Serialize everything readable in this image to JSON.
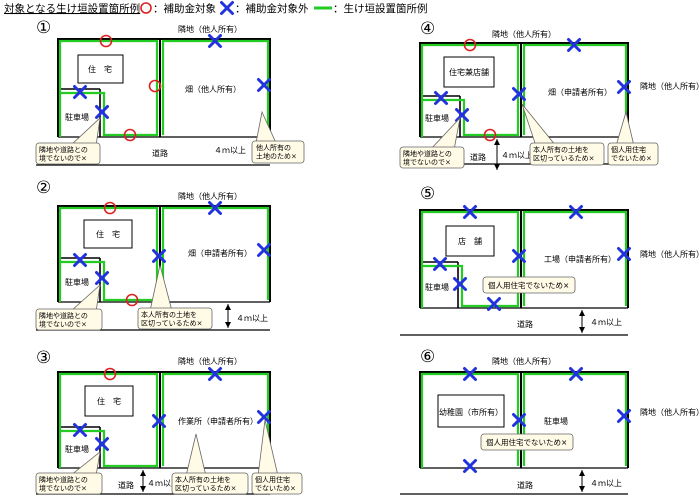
{
  "title": "対象となる生け垣設置箇所例",
  "legend": {
    "circle_label": "：補助金対象",
    "x_label": "：補助金対象外",
    "line_label": "：生け垣設置箇所例"
  },
  "colors": {
    "hedge": "#22cc22",
    "circle": "#dd2222",
    "cross": "#2233dd",
    "note_bg": "#fffbe6",
    "wall": "#000000"
  },
  "panels": [
    {
      "number": "①",
      "top_label": "隣地（他人所有）",
      "building_label": "住　宅",
      "parking_label": "駐車場",
      "field_label": "畑（他人所有）",
      "right_label": "",
      "road_label": "道路",
      "distance_label": "４ｍ以上",
      "notes": [
        "隣地や道路との\n境でないので×",
        "他人所有の\n土地のため×"
      ]
    },
    {
      "number": "②",
      "top_label": "隣地（他人所有）",
      "building_label": "住　宅",
      "parking_label": "駐車場",
      "field_label": "畑（申請者所有）",
      "right_label": "",
      "road_label": "",
      "distance_label": "４ｍ以上",
      "notes": [
        "隣地や道路との\n境でないので×",
        "本人所有の土地を\n区切っているため×"
      ]
    },
    {
      "number": "③",
      "top_label": "隣地（他人所有）",
      "building_label": "住　宅",
      "parking_label": "駐車場",
      "field_label": "作業所（申請者所有）",
      "right_label": "",
      "road_label": "道路",
      "distance_label": "４ｍ以上",
      "notes": [
        "隣地や道路との\n境でないので×",
        "本人所有の土地を\n区切っているため×",
        "個人用住宅\nでないため×"
      ]
    },
    {
      "number": "④",
      "top_label": "隣地（他人所有）",
      "building_label": "住宅兼店舗",
      "parking_label": "駐車場",
      "field_label": "畑（申請者所有）",
      "right_label": "隣地（他人所有）",
      "road_label": "道路",
      "distance_label": "４ｍ以上",
      "notes": [
        "隣地や道路との\n境でないので×",
        "本人所有の土地を\n区切っているため×",
        "個人用住宅\nでないため×"
      ]
    },
    {
      "number": "⑤",
      "top_label": "",
      "building_label": "店　舗",
      "parking_label": "駐車場",
      "field_label": "工場（申請者所有）",
      "right_label": "隣地（他人所有）",
      "road_label": "道路",
      "distance_label": "４ｍ以上",
      "notes": [
        "個人用住宅でないため×"
      ]
    },
    {
      "number": "⑥",
      "top_label": "隣地（他人所有）",
      "building_label": "幼稚園（市所有）",
      "parking_label": "",
      "field_label": "駐車場",
      "right_label": "隣地（他人所有）",
      "road_label": "道路",
      "distance_label": "４ｍ以上",
      "notes": [
        "個人用住宅でないため×"
      ]
    }
  ]
}
